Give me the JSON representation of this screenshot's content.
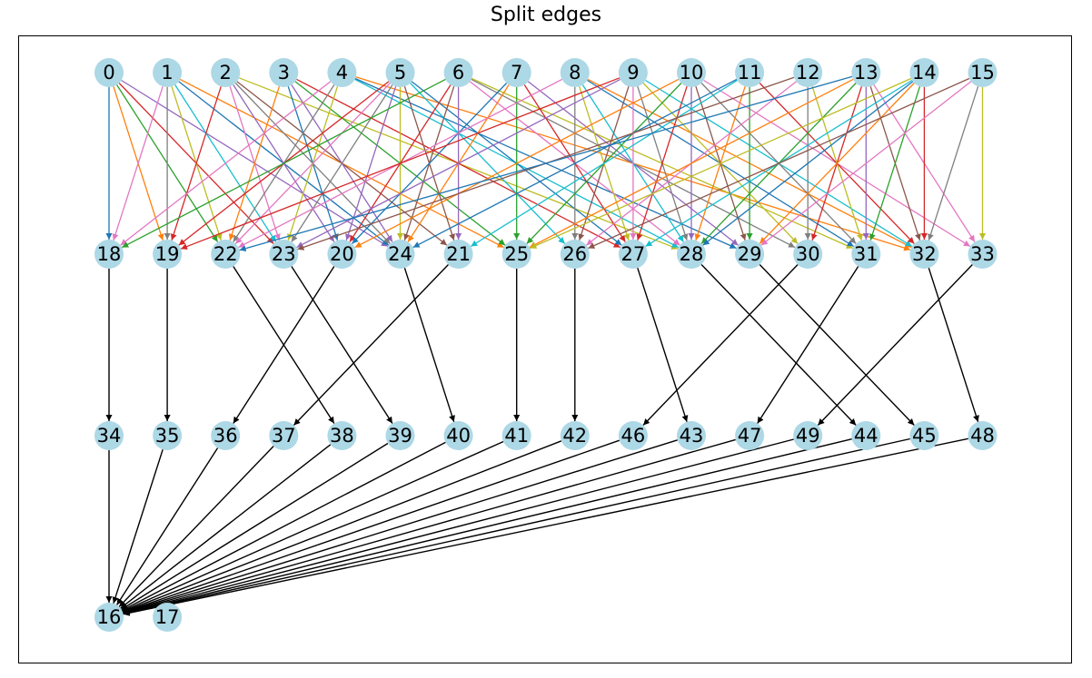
{
  "title": "Split edges",
  "colors": {
    "node_fill": "#add8e6",
    "final_edge": "#000000",
    "palette": [
      "#1f77b4",
      "#ff7f0e",
      "#2ca02c",
      "#d62728",
      "#9467bd",
      "#8c564b",
      "#e377c2",
      "#7f7f7f",
      "#bcbd22",
      "#17becf"
    ]
  },
  "graph": {
    "rows": [
      [
        "0",
        "1",
        "2",
        "3",
        "4",
        "5",
        "6",
        "7",
        "8",
        "9",
        "10",
        "11",
        "12",
        "13",
        "14",
        "15"
      ],
      [
        "18",
        "19",
        "22",
        "23",
        "20",
        "24",
        "21",
        "25",
        "26",
        "27",
        "28",
        "29",
        "30",
        "31",
        "32",
        "33"
      ],
      [
        "34",
        "35",
        "36",
        "37",
        "38",
        "39",
        "40",
        "41",
        "42",
        "46",
        "43",
        "47",
        "49",
        "44",
        "45",
        "48"
      ],
      [
        "16",
        "17"
      ]
    ],
    "colored_edges": [
      [
        "0",
        "18"
      ],
      [
        "0",
        "19"
      ],
      [
        "0",
        "22"
      ],
      [
        "0",
        "23"
      ],
      [
        "0",
        "24"
      ],
      [
        "1",
        "18"
      ],
      [
        "1",
        "19"
      ],
      [
        "1",
        "22"
      ],
      [
        "1",
        "23"
      ],
      [
        "1",
        "24"
      ],
      [
        "1",
        "25"
      ],
      [
        "2",
        "19"
      ],
      [
        "2",
        "20"
      ],
      [
        "2",
        "21"
      ],
      [
        "2",
        "23"
      ],
      [
        "2",
        "24"
      ],
      [
        "2",
        "28"
      ],
      [
        "3",
        "20"
      ],
      [
        "3",
        "22"
      ],
      [
        "3",
        "25"
      ],
      [
        "3",
        "27"
      ],
      [
        "3",
        "24"
      ],
      [
        "4",
        "18"
      ],
      [
        "4",
        "22"
      ],
      [
        "4",
        "23"
      ],
      [
        "4",
        "28"
      ],
      [
        "4",
        "29"
      ],
      [
        "4",
        "32"
      ],
      [
        "5",
        "19"
      ],
      [
        "5",
        "20"
      ],
      [
        "5",
        "21"
      ],
      [
        "5",
        "22"
      ],
      [
        "5",
        "23"
      ],
      [
        "5",
        "24"
      ],
      [
        "5",
        "26"
      ],
      [
        "5",
        "27"
      ],
      [
        "6",
        "18"
      ],
      [
        "6",
        "20"
      ],
      [
        "6",
        "21"
      ],
      [
        "6",
        "24"
      ],
      [
        "6",
        "28"
      ],
      [
        "6",
        "30"
      ],
      [
        "6",
        "31"
      ],
      [
        "7",
        "20"
      ],
      [
        "7",
        "24"
      ],
      [
        "7",
        "25"
      ],
      [
        "7",
        "27"
      ],
      [
        "7",
        "29"
      ],
      [
        "8",
        "22"
      ],
      [
        "8",
        "26"
      ],
      [
        "8",
        "27"
      ],
      [
        "8",
        "28"
      ],
      [
        "8",
        "31"
      ],
      [
        "8",
        "32"
      ],
      [
        "9",
        "19"
      ],
      [
        "9",
        "23"
      ],
      [
        "9",
        "26"
      ],
      [
        "9",
        "27"
      ],
      [
        "9",
        "28"
      ],
      [
        "9",
        "30"
      ],
      [
        "9",
        "32"
      ],
      [
        "10",
        "20"
      ],
      [
        "10",
        "25"
      ],
      [
        "10",
        "27"
      ],
      [
        "10",
        "28"
      ],
      [
        "10",
        "29"
      ],
      [
        "10",
        "33"
      ],
      [
        "10",
        "31"
      ],
      [
        "11",
        "21"
      ],
      [
        "11",
        "24"
      ],
      [
        "11",
        "28"
      ],
      [
        "11",
        "29"
      ],
      [
        "11",
        "32"
      ],
      [
        "12",
        "23"
      ],
      [
        "12",
        "26"
      ],
      [
        "12",
        "30"
      ],
      [
        "12",
        "31"
      ],
      [
        "13",
        "22"
      ],
      [
        "13",
        "25"
      ],
      [
        "13",
        "28"
      ],
      [
        "13",
        "30"
      ],
      [
        "13",
        "31"
      ],
      [
        "13",
        "32"
      ],
      [
        "13",
        "33"
      ],
      [
        "14",
        "25"
      ],
      [
        "14",
        "27"
      ],
      [
        "14",
        "28"
      ],
      [
        "14",
        "29"
      ],
      [
        "14",
        "31"
      ],
      [
        "14",
        "32"
      ],
      [
        "15",
        "26"
      ],
      [
        "15",
        "29"
      ],
      [
        "15",
        "32"
      ],
      [
        "15",
        "33"
      ]
    ],
    "final_edges": [
      [
        "18",
        "34"
      ],
      [
        "19",
        "35"
      ],
      [
        "20",
        "36"
      ],
      [
        "21",
        "37"
      ],
      [
        "22",
        "38"
      ],
      [
        "23",
        "39"
      ],
      [
        "24",
        "40"
      ],
      [
        "25",
        "41"
      ],
      [
        "26",
        "42"
      ],
      [
        "27",
        "43"
      ],
      [
        "28",
        "44"
      ],
      [
        "29",
        "45"
      ],
      [
        "30",
        "46"
      ],
      [
        "31",
        "47"
      ],
      [
        "32",
        "48"
      ],
      [
        "33",
        "49"
      ],
      [
        "34",
        "16"
      ],
      [
        "35",
        "16"
      ],
      [
        "36",
        "16"
      ],
      [
        "37",
        "16"
      ],
      [
        "38",
        "16"
      ],
      [
        "39",
        "16"
      ],
      [
        "40",
        "16"
      ],
      [
        "41",
        "16"
      ],
      [
        "42",
        "16"
      ],
      [
        "46",
        "16"
      ],
      [
        "43",
        "16"
      ],
      [
        "47",
        "16"
      ],
      [
        "49",
        "16"
      ],
      [
        "44",
        "16"
      ],
      [
        "45",
        "16"
      ],
      [
        "48",
        "16"
      ]
    ]
  }
}
